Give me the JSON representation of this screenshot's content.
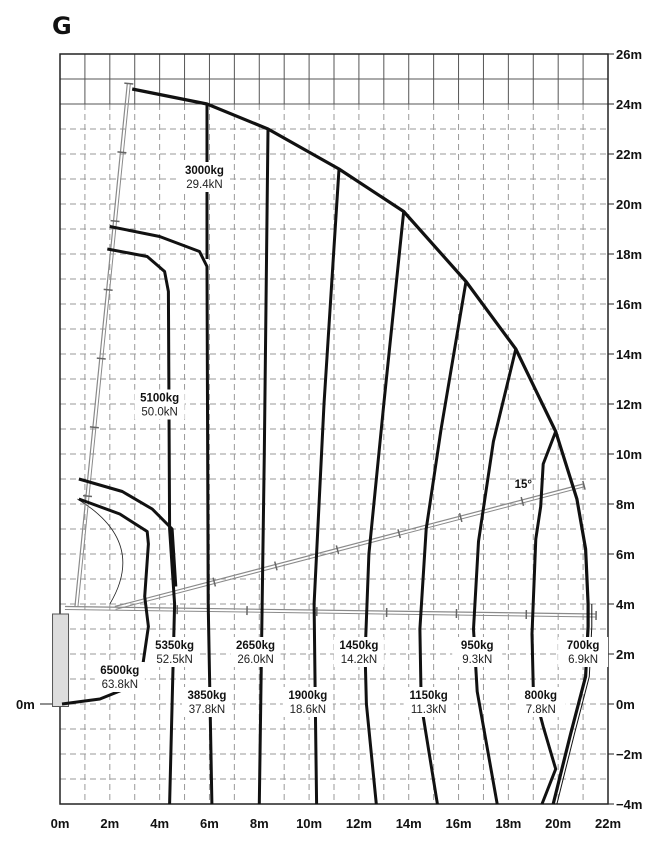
{
  "title": "G",
  "chart_data": {
    "type": "line",
    "title": "G",
    "xlim": [
      0,
      22
    ],
    "ylim": [
      -4,
      26
    ],
    "x_ticks": [
      "0m",
      "2m",
      "4m",
      "6m",
      "8m",
      "10m",
      "12m",
      "14m",
      "16m",
      "18m",
      "20m",
      "22m"
    ],
    "y_ticks": [
      "26m",
      "24m",
      "22m",
      "20m",
      "18m",
      "16m",
      "14m",
      "12m",
      "10m",
      "8m",
      "6m",
      "4m",
      "2m",
      "0m",
      "−2m",
      "−4m"
    ],
    "y_zero_left_label": "0m",
    "grid": true,
    "grid_step_m": 1,
    "boom_angle_label": "15°",
    "envelope": [
      [
        2.9,
        24.6
      ],
      [
        5.9,
        24
      ],
      [
        8.35,
        23
      ],
      [
        11.2,
        21.4
      ],
      [
        13.8,
        19.7
      ],
      [
        16.3,
        16.9
      ],
      [
        18.3,
        14.2
      ],
      [
        19.9,
        10.9
      ],
      [
        20.75,
        8.2
      ],
      [
        21.1,
        6.2
      ],
      [
        21.2,
        4
      ],
      [
        21.2,
        3.1
      ],
      [
        21.1,
        1.1
      ],
      [
        20.5,
        -1.2
      ],
      [
        19.8,
        -4
      ]
    ],
    "load_lines": [
      [
        [
          5.9,
          24
        ],
        [
          5.9,
          17.8
        ]
      ],
      [
        [
          2.0,
          19.1
        ],
        [
          4.0,
          18.7
        ],
        [
          5.6,
          18.1
        ],
        [
          5.9,
          17.5
        ],
        [
          5.95,
          4
        ],
        [
          6.1,
          -4
        ]
      ],
      [
        [
          1.9,
          18.2
        ],
        [
          3.5,
          17.9
        ],
        [
          4.2,
          17.3
        ],
        [
          4.35,
          16.5
        ],
        [
          4.4,
          7
        ],
        [
          4.6,
          4
        ],
        [
          4.5,
          0
        ],
        [
          4.4,
          -4
        ]
      ],
      [
        [
          0.76,
          9.0
        ],
        [
          2.5,
          8.5
        ],
        [
          3.7,
          7.8
        ],
        [
          4.5,
          7.0
        ],
        [
          4.65,
          4.7
        ]
      ],
      [
        [
          0.76,
          8.2
        ],
        [
          2.4,
          7.6
        ],
        [
          3.5,
          6.9
        ],
        [
          3.55,
          6.4
        ],
        [
          3.4,
          4.3
        ],
        [
          3.55,
          3.1
        ],
        [
          3.3,
          1.4
        ],
        [
          2.6,
          0.6
        ],
        [
          1.6,
          0.2
        ],
        [
          0.08,
          0
        ]
      ],
      [
        [
          8.35,
          23
        ],
        [
          8.2,
          10
        ],
        [
          8.1,
          3
        ],
        [
          8.0,
          -4
        ]
      ],
      [
        [
          11.2,
          21.4
        ],
        [
          10.6,
          12
        ],
        [
          10.2,
          4
        ],
        [
          10.25,
          0
        ],
        [
          10.3,
          -4
        ]
      ],
      [
        [
          13.8,
          19.7
        ],
        [
          13.0,
          12
        ],
        [
          12.4,
          6
        ],
        [
          12.25,
          2
        ],
        [
          12.3,
          0
        ],
        [
          12.7,
          -4
        ]
      ],
      [
        [
          16.3,
          16.9
        ],
        [
          15.3,
          11
        ],
        [
          14.7,
          7
        ],
        [
          14.45,
          3
        ],
        [
          14.5,
          0
        ],
        [
          15.15,
          -4
        ]
      ],
      [
        [
          18.3,
          14.2
        ],
        [
          17.4,
          10.5
        ],
        [
          16.8,
          6.5
        ],
        [
          16.6,
          3
        ],
        [
          16.75,
          0.5
        ],
        [
          17.55,
          -4
        ]
      ],
      [
        [
          19.9,
          10.9
        ],
        [
          19.4,
          9.6
        ],
        [
          19.3,
          7.9
        ],
        [
          19.1,
          6.6
        ],
        [
          18.95,
          2.8
        ],
        [
          19.0,
          0.6
        ],
        [
          19.4,
          -0.9
        ],
        [
          19.9,
          -2.6
        ],
        [
          19.35,
          -4
        ]
      ]
    ],
    "annotations": [
      {
        "kg": "3000kg",
        "kn": "29.4kN",
        "at": [
          5.8,
          21.2
        ]
      },
      {
        "kg": "5100kg",
        "kn": "50.0kN",
        "at": [
          4.0,
          12.1
        ]
      },
      {
        "kg": "6500kg",
        "kn": "63.8kN",
        "at": [
          2.4,
          1.2
        ]
      },
      {
        "kg": "5350kg",
        "kn": "52.5kN",
        "at": [
          4.6,
          2.2
        ]
      },
      {
        "kg": "3850kg",
        "kn": "37.8kN",
        "at": [
          5.9,
          0.2
        ]
      },
      {
        "kg": "2650kg",
        "kn": "26.0kN",
        "at": [
          7.85,
          2.2
        ]
      },
      {
        "kg": "1900kg",
        "kn": "18.6kN",
        "at": [
          9.95,
          0.2
        ]
      },
      {
        "kg": "1450kg",
        "kn": "14.2kN",
        "at": [
          12.0,
          2.2
        ]
      },
      {
        "kg": "1150kg",
        "kn": "11.3kN",
        "at": [
          14.8,
          0.2
        ]
      },
      {
        "kg": "950kg",
        "kn": "9.3kN",
        "at": [
          16.75,
          2.2
        ]
      },
      {
        "kg": "800kg",
        "kn": "7.8kN",
        "at": [
          19.3,
          0.2
        ]
      },
      {
        "kg": "700kg",
        "kn": "6.9kN",
        "at": [
          21.0,
          2.2
        ]
      }
    ],
    "booms": [
      {
        "from": [
          0.6,
          3.9
        ],
        "to": [
          2.7,
          24.8
        ]
      },
      {
        "from": [
          2.2,
          3.9
        ],
        "to": [
          21.0,
          8.8
        ]
      },
      {
        "from": [
          0.2,
          3.9
        ],
        "to": [
          21.5,
          3.6
        ]
      }
    ],
    "colors": {
      "lines": "#111111",
      "grid": "#9a9a9a",
      "boom": "#8a8a8a"
    }
  }
}
